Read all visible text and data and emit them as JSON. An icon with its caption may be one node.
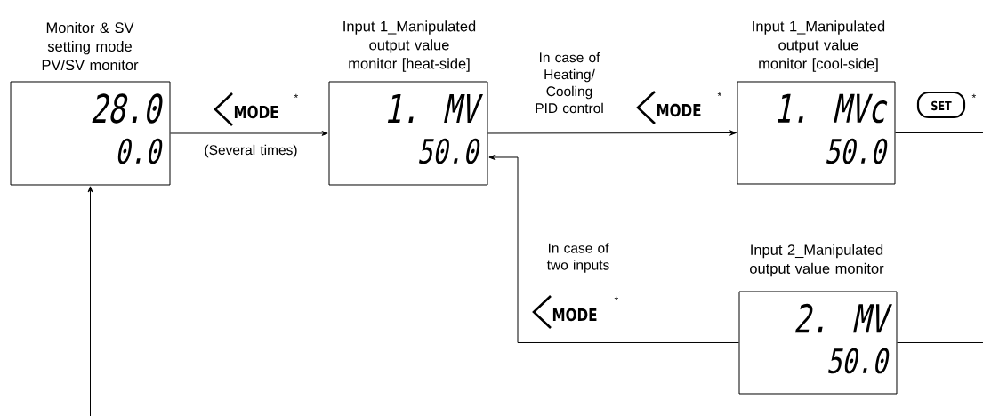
{
  "diagram": {
    "nodes": [
      {
        "text": [
          "Monitor & SV setting mode PV/SV monitor",
          "28.0",
          "0.0"
        ]
      },
      {
        "text": [
          "Input 1_Manipulated output value monitor [heat-side]",
          "1.   MV",
          "50.0"
        ]
      },
      {
        "text": [
          "Input 1_Manipulated output value monitor [cool-side]",
          "1. MVc",
          "50.0"
        ]
      },
      {
        "text": [
          "Input 2_Manipulated output value monitor",
          "2.   MV",
          "50.0"
        ]
      }
    ],
    "edges": [
      {
        "from": null,
        "to": 0,
        "arrow": "to"
      },
      {
        "from": 0,
        "to": 1,
        "arrow": "to",
        "label": "(Several times)"
      },
      {
        "from": 1,
        "to": 2,
        "arrow": "to",
        "label": "In case of Heating/ Cooling PID control"
      },
      {
        "from": 3,
        "to": 1,
        "arrow": "to",
        "label": "In case of two inputs"
      },
      {
        "from": 2,
        "to": null,
        "arrow": "none"
      },
      {
        "from": 3,
        "to": null,
        "arrow": "none"
      }
    ],
    "labels": [
      "MODE",
      "*",
      "MODE",
      "*",
      "SET",
      "*",
      "MODE",
      "*"
    ]
  }
}
